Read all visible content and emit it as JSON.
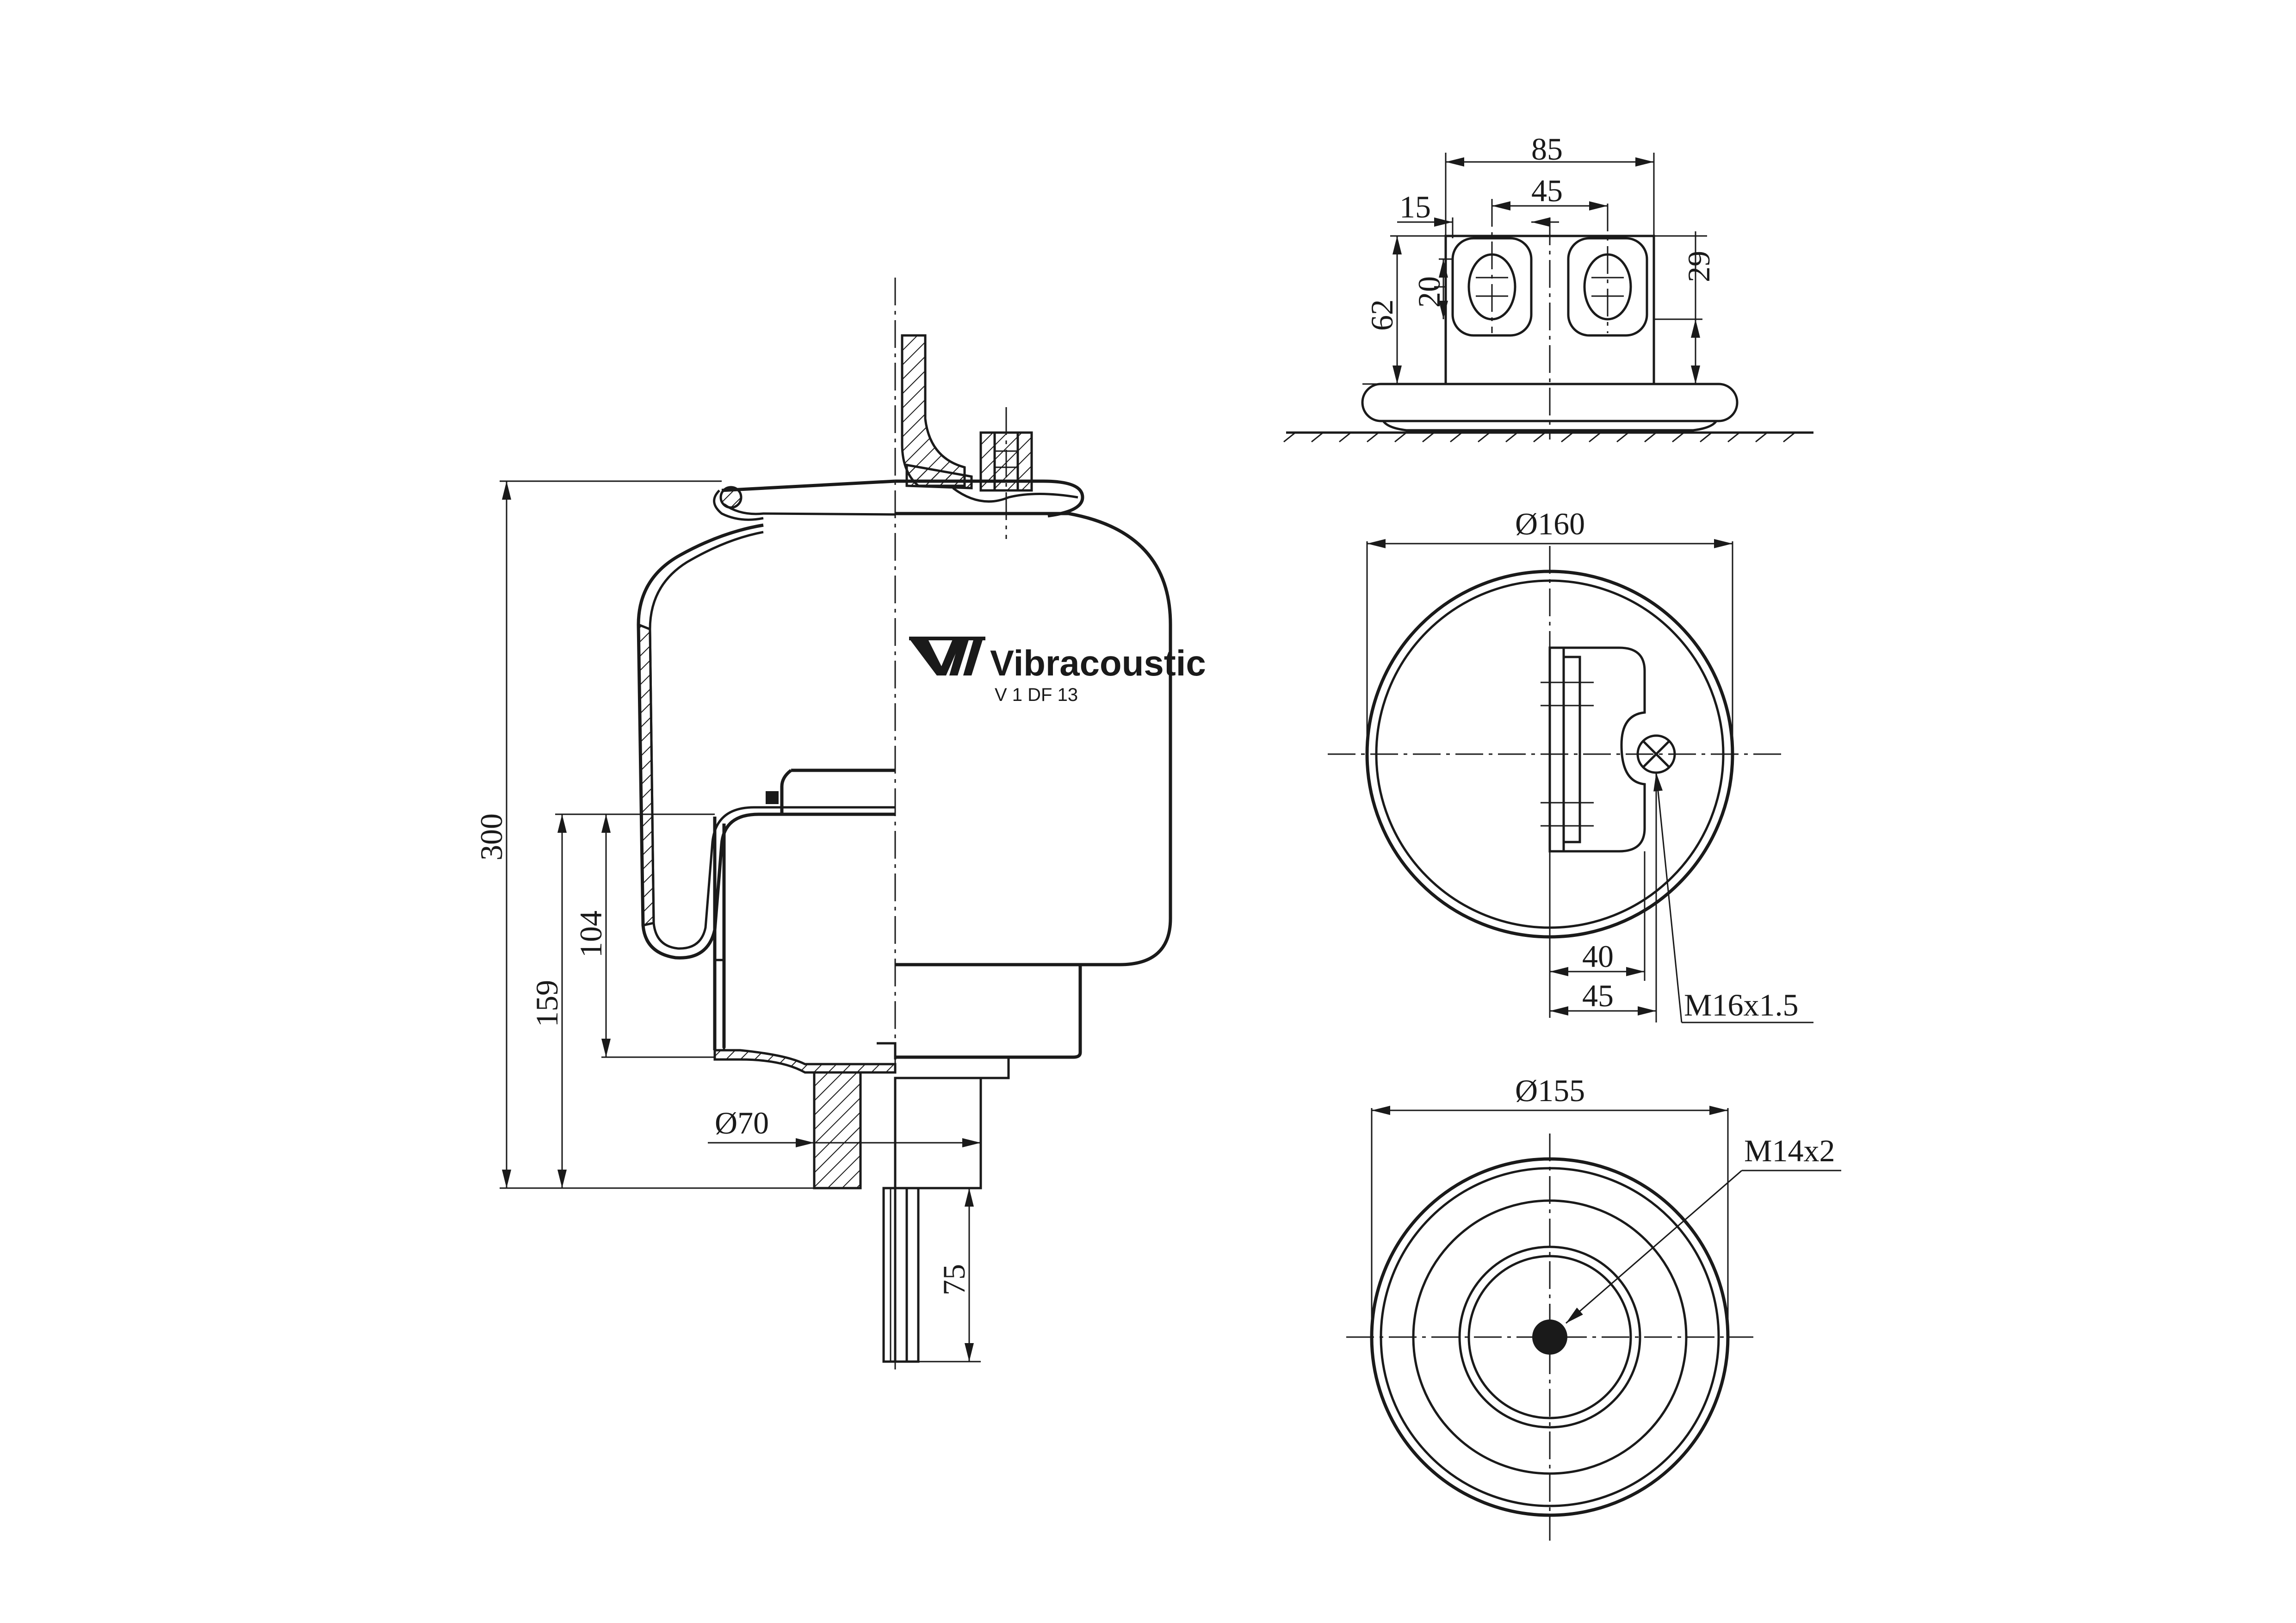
{
  "brand": {
    "name": "Vibracoustic",
    "model": "V 1 DF 13"
  },
  "side_view": {
    "dim_overall_height": "300",
    "dim_piston_height": "159",
    "dim_piston_skirt": "104",
    "dim_piston_diameter": "Ø70",
    "dim_stud_length": "75"
  },
  "top_plate_view": {
    "dim_plate_width": "85",
    "dim_bolt_spacing": "45",
    "dim_slot_offset": "15",
    "dim_slot_height": "20",
    "dim_plate_height": "62",
    "dim_slot_center": "29"
  },
  "top_view": {
    "dim_diameter": "Ø160",
    "dim_fitting_offset_40": "40",
    "dim_fitting_offset_45": "45",
    "thread_callout": "M16x1.5"
  },
  "bottom_view": {
    "dim_diameter": "Ø155",
    "thread_callout": "M14x2"
  }
}
